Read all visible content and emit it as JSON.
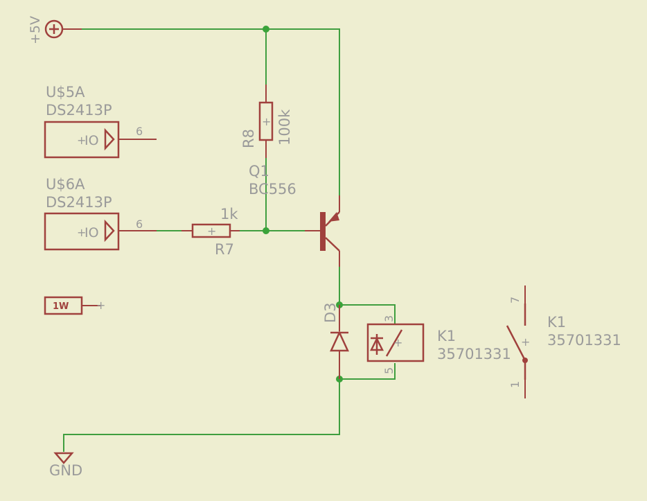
{
  "supply": {
    "label": "+5V"
  },
  "ground": {
    "label": "GND"
  },
  "u5a": {
    "name": "U$5A",
    "value": "DS2413P",
    "pin_label": "IO",
    "pin_number": "6"
  },
  "u6a": {
    "name": "U$6A",
    "value": "DS2413P",
    "pin_label": "IO",
    "pin_number": "6"
  },
  "r8": {
    "name": "R8",
    "value": "100k"
  },
  "r7": {
    "name": "R7",
    "value": "1k"
  },
  "q1": {
    "name": "Q1",
    "value": "BC556"
  },
  "d3": {
    "name": "D3"
  },
  "k1_coil": {
    "name": "K1",
    "value": "35701331",
    "pin_top": "3",
    "pin_bottom": "5"
  },
  "k1_contact": {
    "name": "K1",
    "value": "35701331",
    "pin_top": "7",
    "pin_bottom": "1"
  },
  "one_wire": {
    "label": "1W"
  },
  "colors": {
    "background": "#eeeed1",
    "wire": "#3f9e3f",
    "component": "#a0413d",
    "text": "#9a9a9a",
    "junction": "#3aa33a"
  }
}
